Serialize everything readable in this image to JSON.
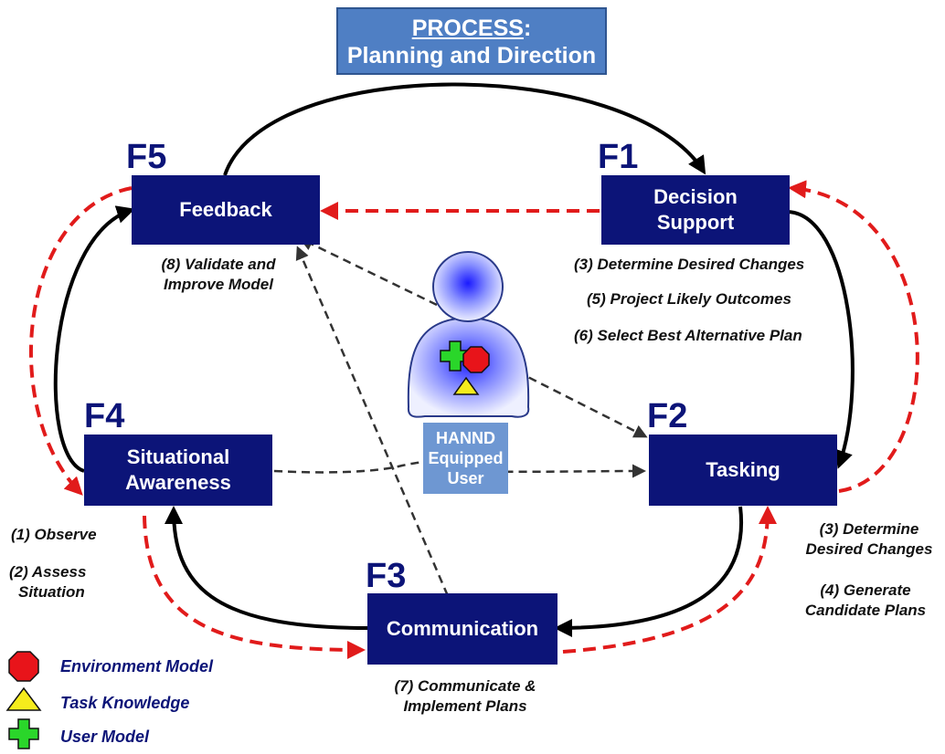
{
  "title": {
    "line1": "PROCESS",
    "colon": ":",
    "line2": "Planning and Direction"
  },
  "nodes": {
    "f1": {
      "code": "F1",
      "line1": "Decision",
      "line2": "Support"
    },
    "f2": {
      "code": "F2",
      "label": "Tasking"
    },
    "f3": {
      "code": "F3",
      "label": "Communication"
    },
    "f4": {
      "code": "F4",
      "line1": "Situational",
      "line2": "Awareness"
    },
    "f5": {
      "code": "F5",
      "label": "Feedback"
    }
  },
  "notes": {
    "f5_step8_a": "(8) Validate and",
    "f5_step8_b": "Improve Model",
    "f1_step3": "(3) Determine Desired Changes",
    "f1_step5": "(5) Project Likely Outcomes",
    "f1_step6": "(6) Select Best Alternative Plan",
    "f4_step1": "(1) Observe",
    "f4_step2_a": "(2) Assess",
    "f4_step2_b": "Situation",
    "f2_step3_a": "(3) Determine",
    "f2_step3_b": "Desired Changes",
    "f2_step4_a": "(4) Generate",
    "f2_step4_b": "Candidate Plans",
    "f3_step7_a": "(7) Communicate &",
    "f3_step7_b": "Implement Plans"
  },
  "user": {
    "line1": "HANND",
    "line2": "Equipped",
    "line3": "User"
  },
  "legend": [
    {
      "shape": "octagon",
      "color": "#e8141a",
      "label": "Environment Model"
    },
    {
      "shape": "triangle",
      "color": "#f6ec1c",
      "label": "Task Knowledge"
    },
    {
      "shape": "cross",
      "color": "#2ad62a",
      "label": "User Model"
    }
  ],
  "colors": {
    "node": "#0c1478",
    "title_box": "#4f7fc4",
    "solid_arrow": "#000000",
    "dashed_red": "#e11b1b",
    "dashed_gray": "#333333"
  }
}
